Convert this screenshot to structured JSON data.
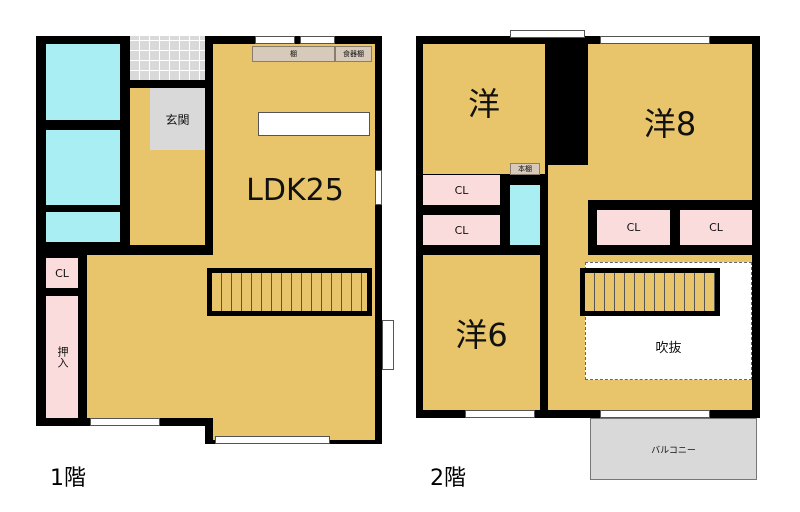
{
  "floor1": {
    "label": "1階",
    "rooms": {
      "entrance": "玄関",
      "ldk": "LDK25",
      "closet": "CL",
      "oshiire": "押入",
      "shelf": "棚",
      "cupboard": "食器棚"
    }
  },
  "floor2": {
    "label": "2階",
    "rooms": {
      "western_room": "洋",
      "western_8": "洋8",
      "western_6": "洋6",
      "bookshelf": "本棚",
      "closets": [
        "CL",
        "CL",
        "CL",
        "CL"
      ],
      "void": "吹抜",
      "balcony": "バルコニー"
    }
  },
  "colors": {
    "room": "#e8c46a",
    "water": "#a8eef2",
    "closet": "#fbdcdc",
    "wall": "#000000"
  }
}
